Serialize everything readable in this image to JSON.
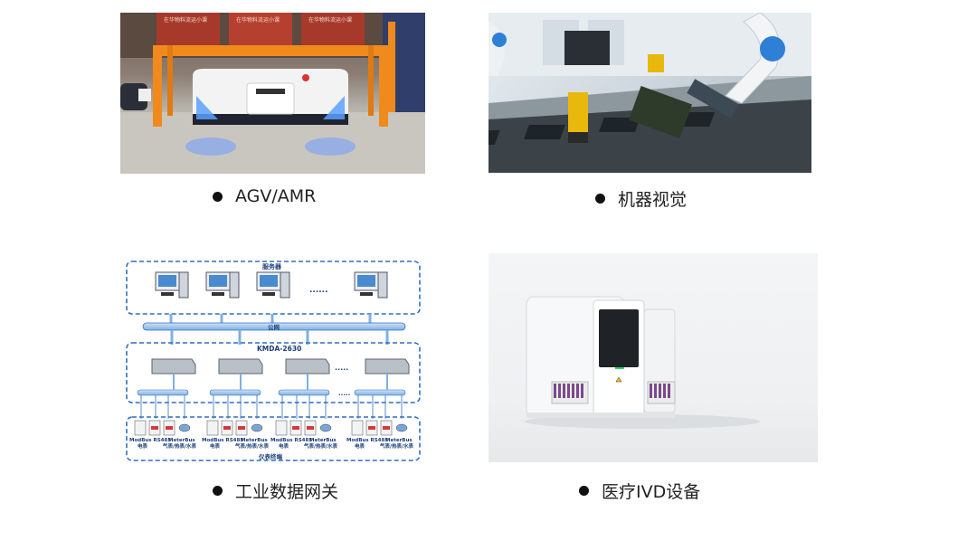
{
  "items": [
    {
      "label": "AGV/AMR",
      "image": "agv-amr-robot-photo"
    },
    {
      "label": "机器视觉",
      "image": "machine-vision-robot-arm-photo"
    },
    {
      "label": "工业数据网关",
      "image": "industrial-gateway-network-diagram"
    },
    {
      "label": "医疗IVD设备",
      "image": "ivd-medical-analyzer-photo"
    }
  ],
  "agv_photo": {
    "shelf_labels": [
      "在华物料流运小课",
      "在华物料流运小课",
      "在华物料流运小课"
    ]
  },
  "diagram": {
    "server_label": "服务器",
    "network_label": "公网",
    "gateway_model": "KMDA-2630",
    "ellipsis": "......",
    "short_ellipsis": ".....",
    "device_labels": [
      "ModBus RS485",
      "电表",
      "MeterBus",
      "气表/热表/水表"
    ],
    "footer_label": "仪表终端"
  },
  "colors": {
    "bullet": "#111111",
    "diagram_blue": "#2f6fc0",
    "diagram_text": "#1c3f78"
  }
}
